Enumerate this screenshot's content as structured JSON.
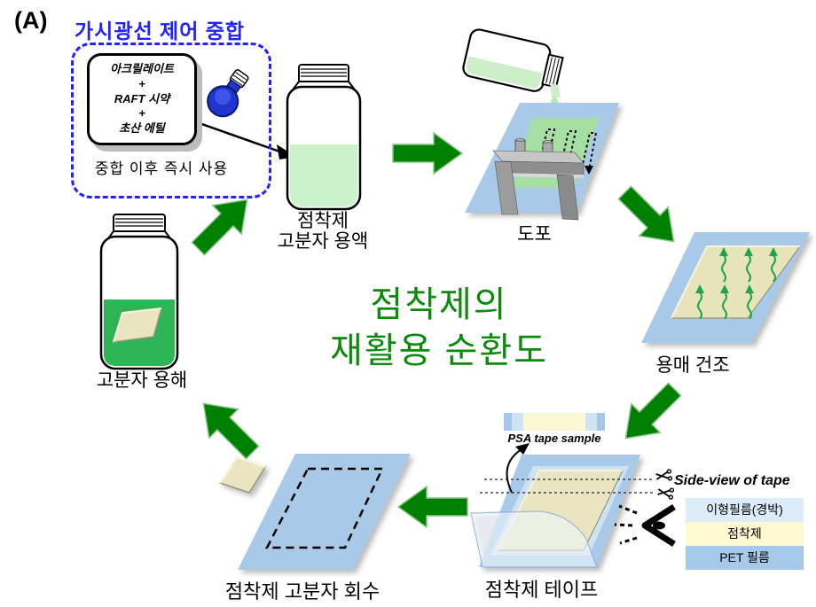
{
  "figure": {
    "panel_label": "(A)",
    "center_title_line1": "점착제의",
    "center_title_line2": "재활용 순환도"
  },
  "polymerization_box": {
    "title": "가시광선 제어 중합",
    "reagents": [
      "아크릴레이트",
      "+",
      "RAFT 시약",
      "+",
      "초산 에틸"
    ],
    "note": "중합 이후 즉시 사용"
  },
  "steps": {
    "solution_label_line1": "점착제",
    "solution_label_line2": "고분자 용액",
    "coating_label": "도포",
    "drying_label": "용매 건조",
    "tape_label": "점착제 테이프",
    "recovery_label": "점착제 고분자 회수",
    "dissolution_label": "고분자 용해"
  },
  "tape_detail": {
    "sample_caption": "PSA tape sample",
    "sideview_title": "Side-view of tape",
    "layers": [
      {
        "label": "이형필름(경박)",
        "color": "#dcecf8"
      },
      {
        "label": "점착제",
        "color": "#fdf9d0"
      },
      {
        "label": "PET 필름",
        "color": "#a6c9e9"
      }
    ]
  },
  "colors": {
    "arrow_green": "#008000",
    "title_green": "#0c8a0c",
    "accent_blue": "#2222ff",
    "film_blue": "#a9c9e9",
    "adhesive_cream": "#e9e5c1",
    "solution_light_green": "#ccf2cc",
    "solvent_green": "#2db455"
  },
  "icons": [
    "light-bulb-icon",
    "scissors-icon",
    "eye-icon"
  ]
}
